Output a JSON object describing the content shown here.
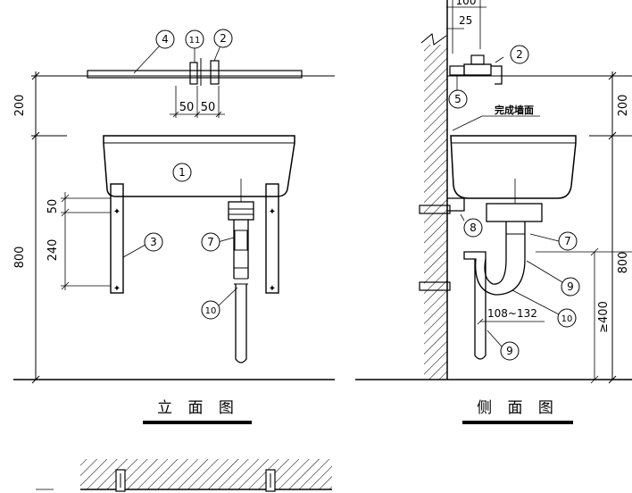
{
  "elevation_view": {
    "title": "立 面 图",
    "dims": {
      "height_top": "200",
      "height_total": "800",
      "bracket_gap": "50",
      "bracket_spacing": "240",
      "tap_left": "50",
      "tap_right": "50"
    },
    "callouts": {
      "c1": "1",
      "c2": "2",
      "c3": "3",
      "c4": "4",
      "c7": "7",
      "c10": "10",
      "c11": "11"
    }
  },
  "side_view": {
    "title": "侧 面 图",
    "wall_label": "完成墙面",
    "dims": {
      "top_width": "100",
      "offset": "25",
      "height_top": "200",
      "height_total": "800",
      "min_height": "≥400",
      "trap_range": "108~132"
    },
    "callouts": {
      "c2": "2",
      "c5": "5",
      "c7": "7",
      "c8": "8",
      "c9a": "9",
      "c9b": "9",
      "c10": "10"
    }
  }
}
